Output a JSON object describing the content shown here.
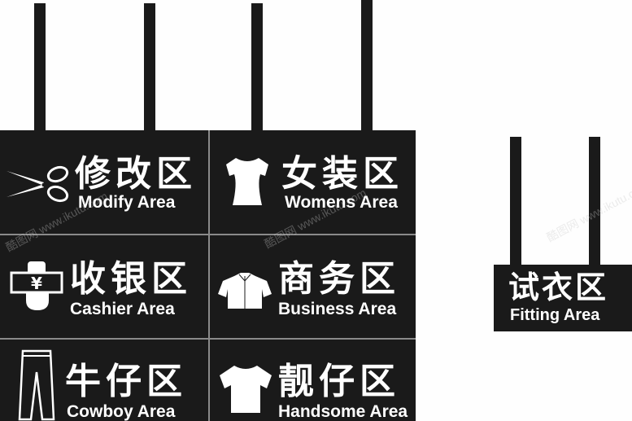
{
  "signs": [
    {
      "cn": "修改区",
      "en": "Modify Area",
      "icon": "scissors-icon"
    },
    {
      "cn": "女装区",
      "en": "Womens Area",
      "icon": "womens-blouse-icon"
    },
    {
      "cn": "收银区",
      "en": "Cashier Area",
      "icon": "cash-in-hand-icon"
    },
    {
      "cn": "商务区",
      "en": "Business Area",
      "icon": "business-shirt-icon"
    },
    {
      "cn": "牛仔区",
      "en": "Cowboy Area",
      "icon": "jeans-icon"
    },
    {
      "cn": "靓仔区",
      "en": "Handsome Area",
      "icon": "tshirt-icon"
    }
  ],
  "fitting": {
    "cn": "试衣区",
    "en": "Fitting Area"
  },
  "currency_symbol": "¥",
  "watermark": {
    "brand": "酷图网",
    "url": "www.ikutu.com"
  },
  "colors": {
    "board": "#1a1a1a",
    "text": "#ffffff",
    "divider": "#8a8a8a",
    "background": "#fefefe"
  }
}
